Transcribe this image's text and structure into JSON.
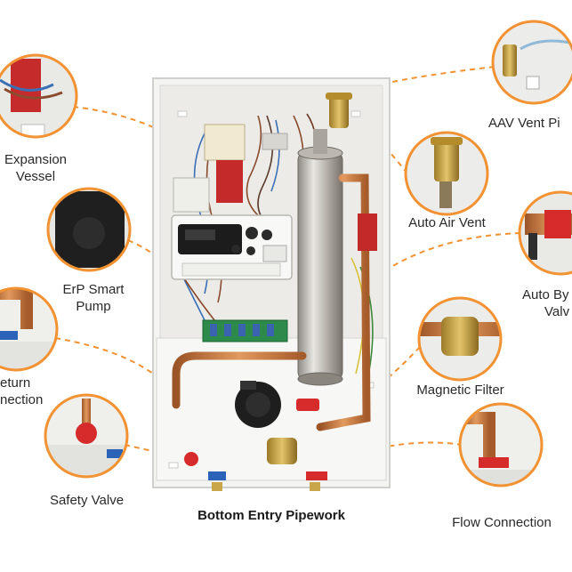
{
  "labels": {
    "expansion_vessel_1": "Expansion",
    "expansion_vessel_2": "Vessel",
    "erp_pump_1": "ErP Smart",
    "erp_pump_2": "Pump",
    "return_1": "eturn",
    "return_2": "nection",
    "safety_valve": "Safety Valve",
    "bottom_entry": "Bottom Entry Pipework",
    "aav_vent": "AAV Vent Pi",
    "auto_air_vent": "Auto Air Vent",
    "auto_bypass_1": "Auto By",
    "auto_bypass_2": "Valv",
    "magnetic_filter": "Magnetic Filter",
    "flow_connection": "Flow Connection"
  },
  "colors": {
    "accent_orange": "#f29232",
    "copper": "#c9733a",
    "cabinet": "#f4f4f2",
    "valve_red": "#d52b2b"
  }
}
